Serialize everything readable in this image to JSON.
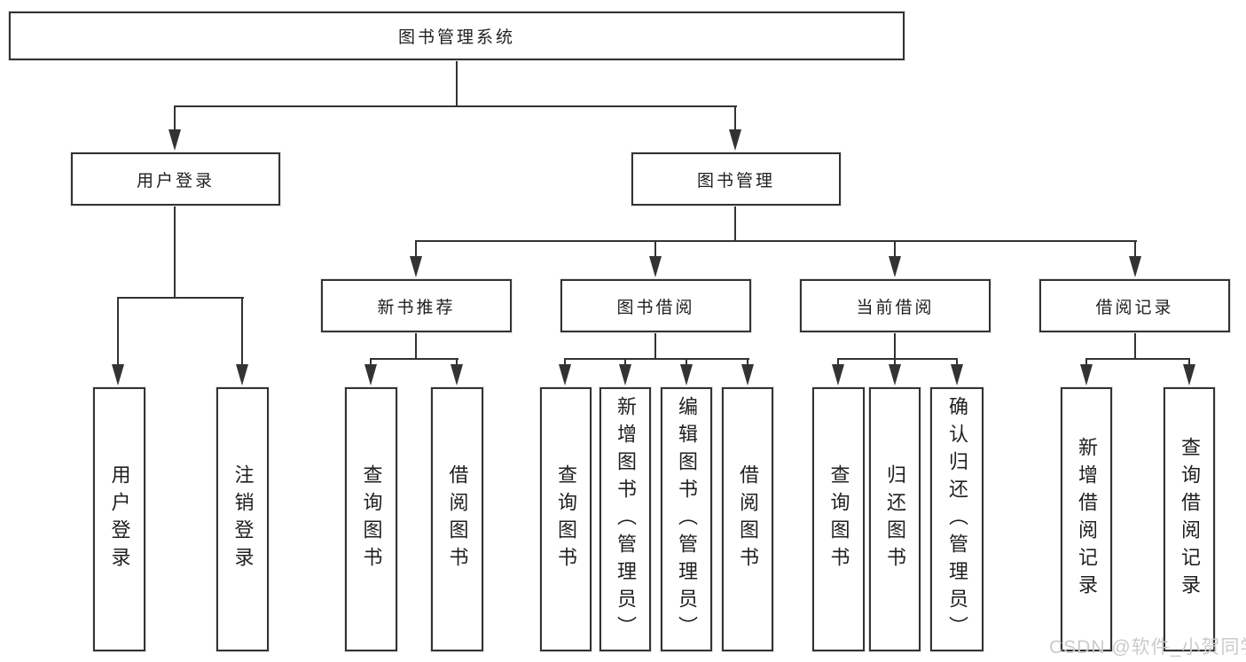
{
  "diagram": {
    "root_label": "图书管理系统",
    "branches": [
      {
        "label": "用户登录",
        "children": [
          {
            "label": "用户登录"
          },
          {
            "label": "注销登录"
          }
        ]
      },
      {
        "label": "图书管理",
        "children": [
          {
            "label": "新书推荐",
            "children": [
              {
                "label": "查询图书"
              },
              {
                "label": "借阅图书"
              }
            ]
          },
          {
            "label": "图书借阅",
            "children": [
              {
                "label": "查询图书"
              },
              {
                "label": "新增图书（管理员）"
              },
              {
                "label": "编辑图书（管理员）"
              },
              {
                "label": "借阅图书"
              }
            ]
          },
          {
            "label": "当前借阅",
            "children": [
              {
                "label": "查询图书"
              },
              {
                "label": "归还图书"
              },
              {
                "label": "确认归还（管理员）"
              }
            ]
          },
          {
            "label": "借阅记录",
            "children": [
              {
                "label": "新增借阅记录"
              },
              {
                "label": "查询借阅记录"
              }
            ]
          }
        ]
      }
    ]
  },
  "watermark": {
    "text": "CSDN @软件_小贺同学"
  },
  "colors": {
    "line": "#333333",
    "box_border": "#333333",
    "text": "#1f1f1f",
    "background": "#ffffff",
    "watermark": "#cbcbcb"
  }
}
